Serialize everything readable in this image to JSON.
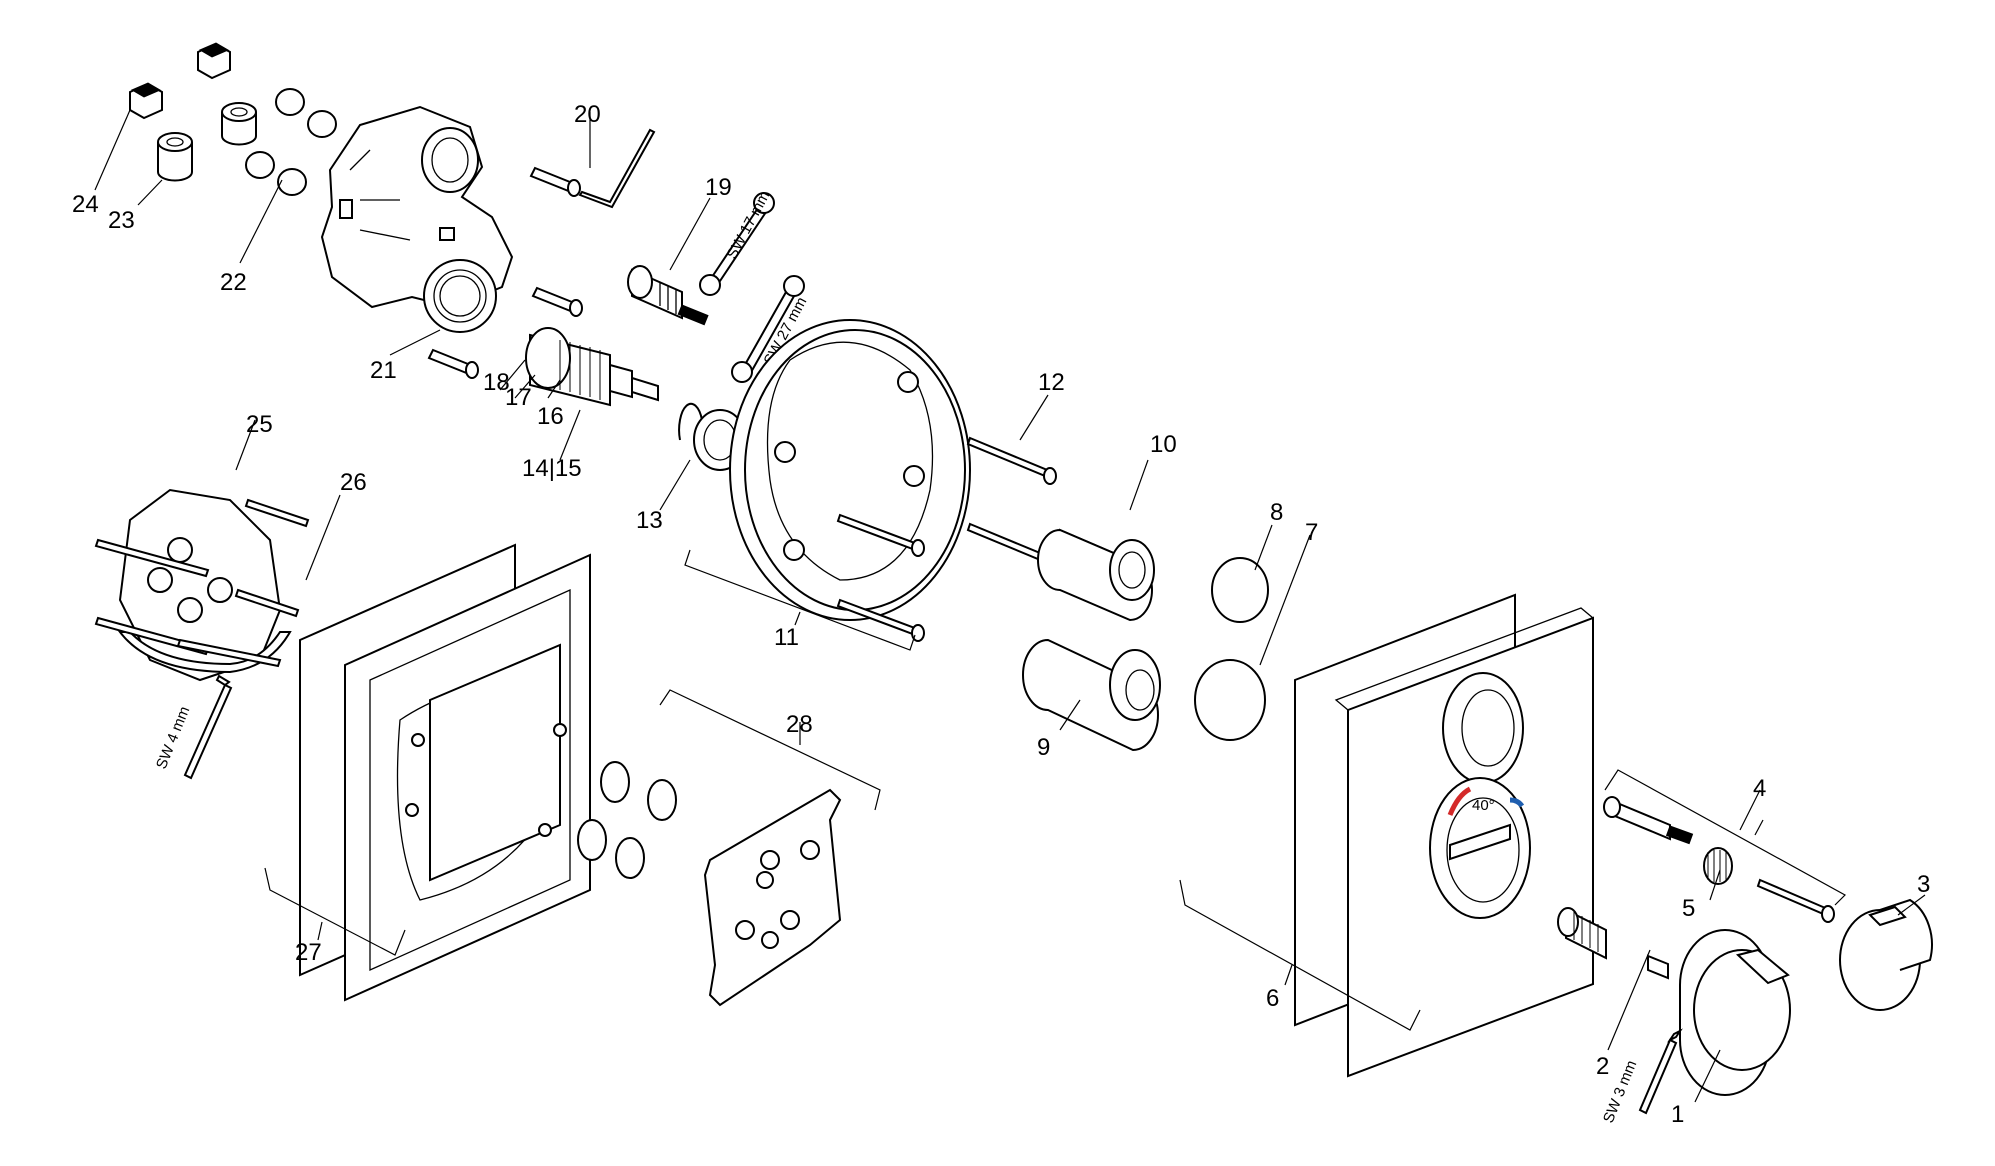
{
  "labels": {
    "l1": "1",
    "l2": "2",
    "l3": "3",
    "l4": "4",
    "l5": "5",
    "l6": "6",
    "l7": "7",
    "l8": "8",
    "l9": "9",
    "l10": "10",
    "l11": "11",
    "l12": "12",
    "l13": "13",
    "l1415": "14|15",
    "l16": "16",
    "l17": "17",
    "l18": "18",
    "l19": "19",
    "l20": "20",
    "l21": "21",
    "l22": "22",
    "l23": "23",
    "l24": "24",
    "l25": "25",
    "l26": "26",
    "l27": "27",
    "l28": "28"
  },
  "tools": {
    "sw17": "SW 17 mm",
    "sw27": "SW 27 mm",
    "sw4": "SW 4 mm",
    "sw3": "SW 3 mm"
  },
  "dial": {
    "temp": "40°"
  },
  "colors": {
    "line": "#000000",
    "hot_indicator": "#d42a2a",
    "cold_indicator": "#1f5fb0"
  }
}
